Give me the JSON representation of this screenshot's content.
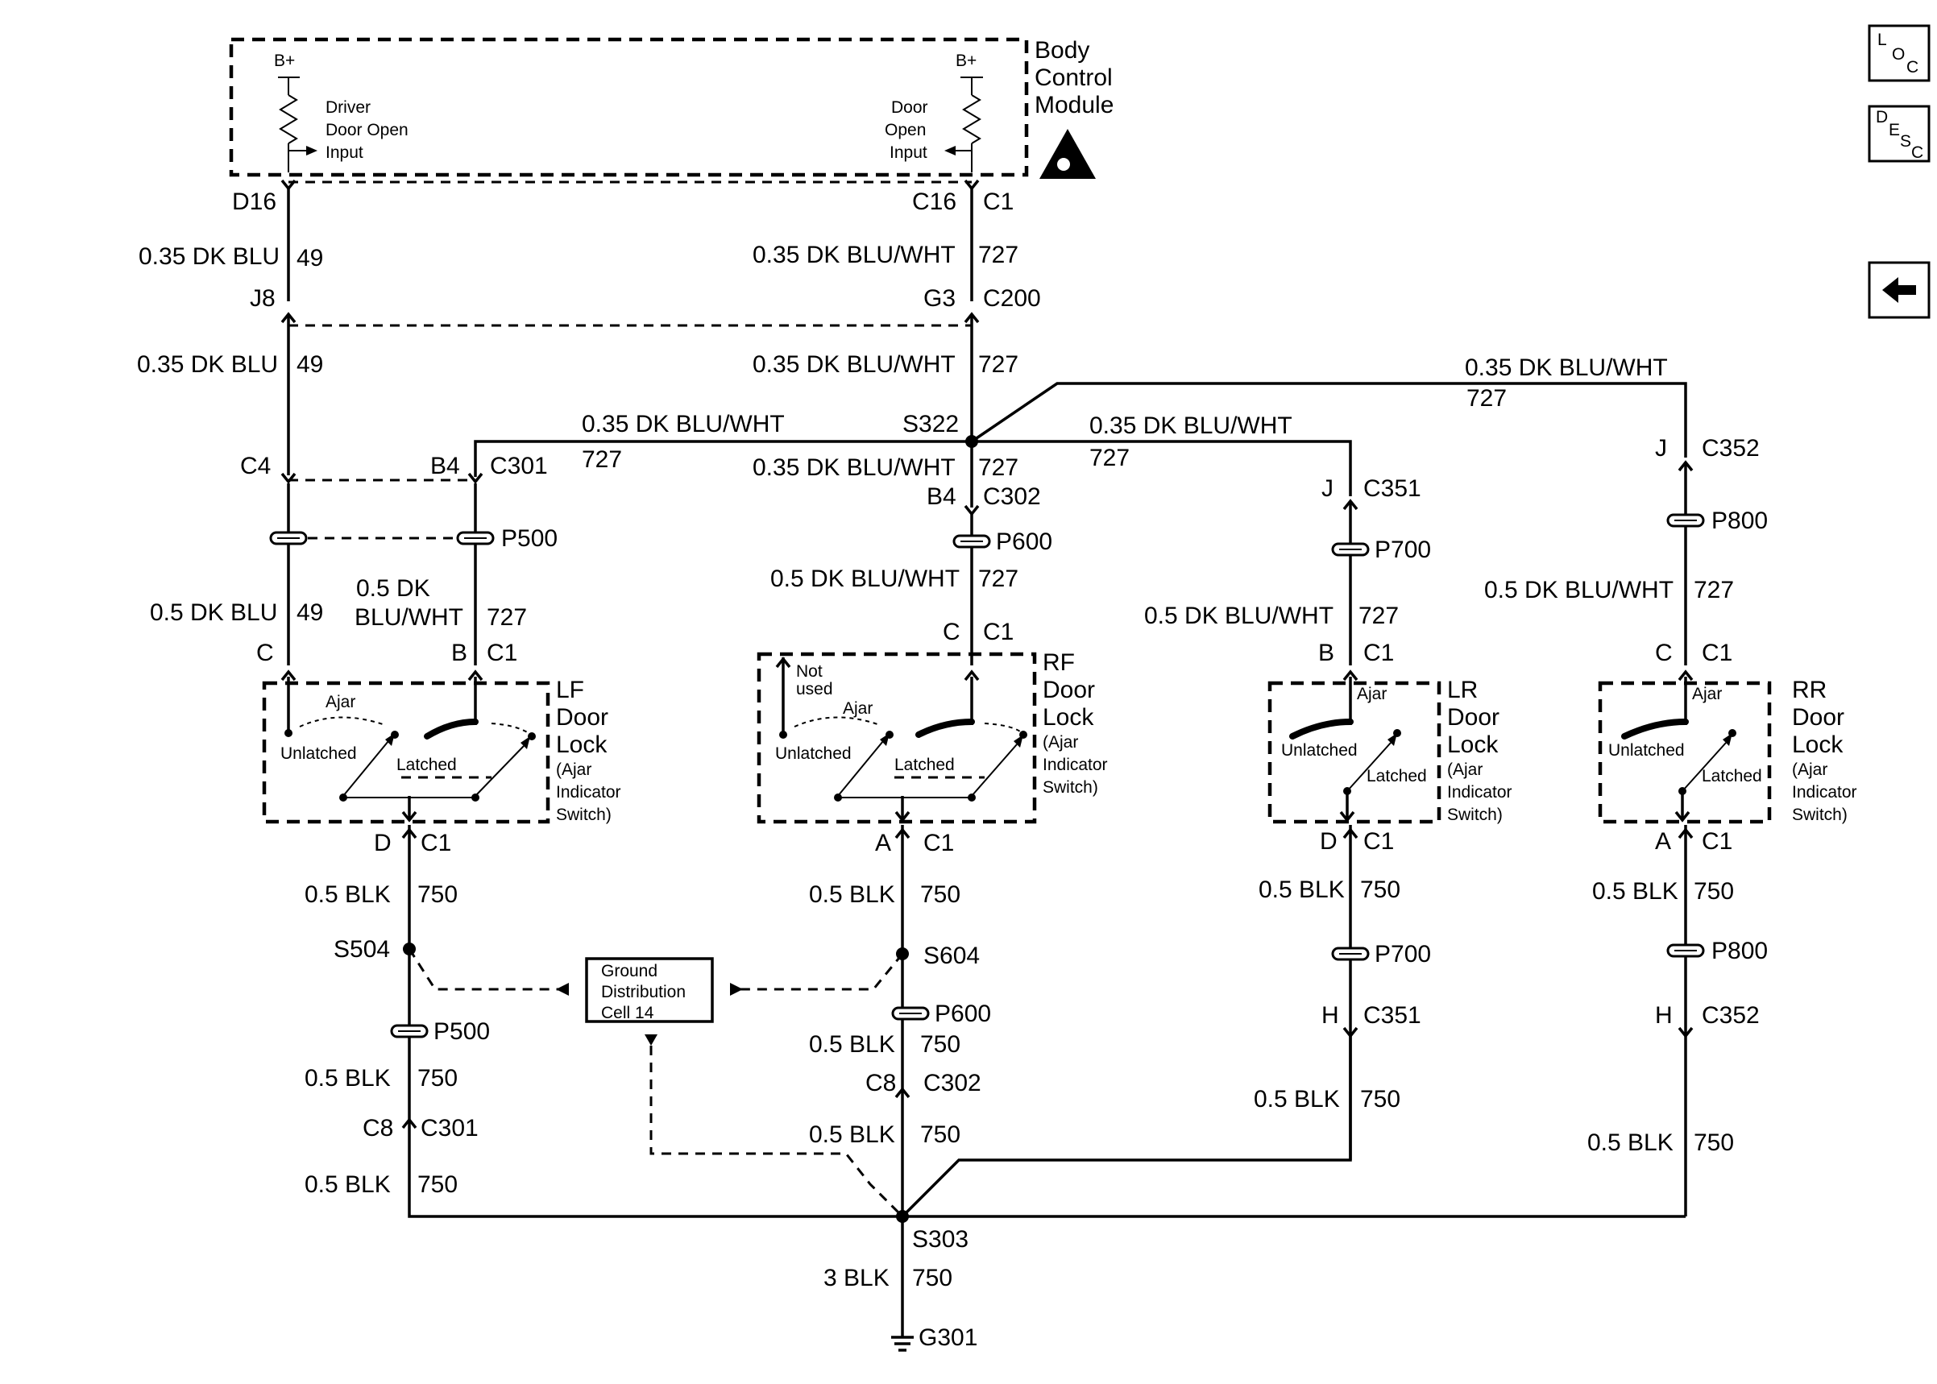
{
  "bcm": {
    "title": [
      "Body",
      "Control",
      "Module"
    ],
    "bplus": "B+",
    "left_input": [
      "Driver",
      "Door Open",
      "Input"
    ],
    "right_input": [
      "Door",
      "Open",
      "Input"
    ]
  },
  "nav": {
    "loc": [
      "L",
      "O",
      "C"
    ],
    "desc": [
      "D",
      "E",
      "S",
      "C"
    ]
  },
  "pins": {
    "d16": "D16",
    "c16": "C16",
    "c1": "C1",
    "j8": "J8",
    "g3": "G3",
    "c200": "C200",
    "c4": "C4",
    "b4": "B4",
    "c301": "C301",
    "c302": "C302",
    "s322": "S322",
    "j": "J",
    "c351": "C351",
    "c352": "C352",
    "c": "C",
    "b": "B",
    "d": "D",
    "a": "A",
    "h": "H",
    "c8": "C8"
  },
  "wires": {
    "blu": "0.35 DK BLU",
    "n49": "49",
    "bluwht": "0.35 DK BLU/WHT",
    "n727": "727",
    "blu05": "0.5 DK BLU",
    "bluwht05": "0.5 DK BLU/WHT",
    "bluwht05a": "0.5 DK",
    "bluwht05b": "BLU/WHT",
    "blk": "0.5 BLK",
    "n750": "750",
    "blk3": "3 BLK"
  },
  "connectors": {
    "p500": "P500",
    "p600": "P600",
    "p700": "P700",
    "p800": "P800"
  },
  "splices": {
    "s504": "S504",
    "s604": "S604",
    "s303": "S303",
    "g301": "G301"
  },
  "gdc": [
    "Ground",
    "Distribution",
    "Cell 14"
  ],
  "switch": {
    "ajar": "Ajar",
    "unlatched": "Unlatched",
    "latched": "Latched",
    "not_used": [
      "Not",
      "used"
    ],
    "sub": [
      "(Ajar",
      "Indicator",
      "Switch)"
    ]
  },
  "locks": {
    "lf": [
      "LF",
      "Door",
      "Lock"
    ],
    "rf": [
      "RF",
      "Door",
      "Lock"
    ],
    "lr": [
      "LR",
      "Door",
      "Lock"
    ],
    "rr": [
      "RR",
      "Door",
      "Lock"
    ]
  }
}
